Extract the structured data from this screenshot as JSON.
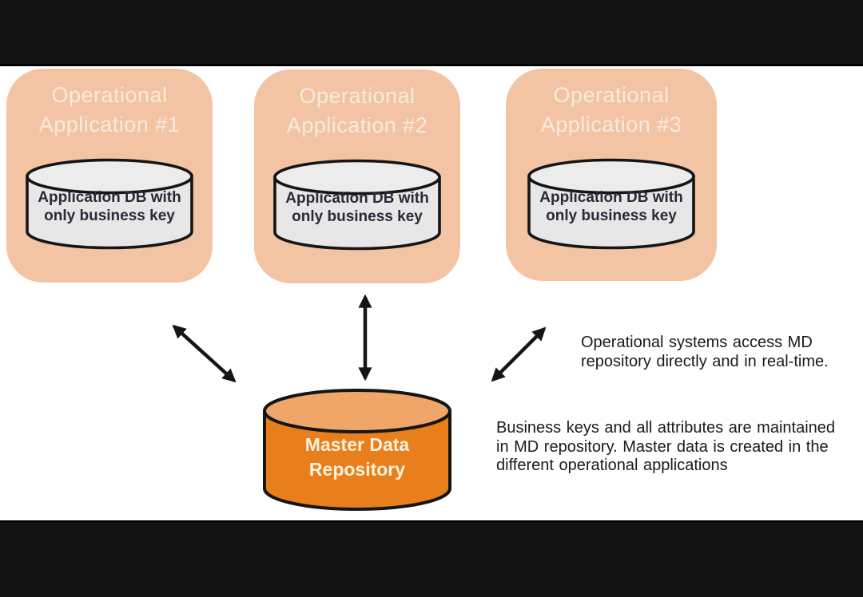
{
  "diagram": {
    "applications": [
      {
        "title": "Operational Application #1",
        "db_label": "Application DB with only business key"
      },
      {
        "title": "Operational Application #2",
        "db_label": "Application DB with only business key"
      },
      {
        "title": "Operational Application #3",
        "db_label": "Application DB with only business key"
      }
    ],
    "repository": {
      "label": "Master Data Repository"
    },
    "annotations": [
      {
        "text": "Operational systems access MD repository directly and in real-time."
      },
      {
        "text": "Business keys and all attributes are maintained in MD repository. Master data is created in the different operational applications"
      }
    ],
    "colors": {
      "card_bg": "#f2c4a4",
      "card_title": "#f7ebdf",
      "db_fill": "#e7e7e7",
      "db_top_fill": "#ececec",
      "repo_fill": "#e87e1c",
      "repo_top_fill": "#f0a668",
      "repo_text": "#fbf3da",
      "text_dark": "#2a2a38",
      "ann_text": "#1a1a1a",
      "outline": "#151515",
      "letterbox": "#131313"
    }
  }
}
